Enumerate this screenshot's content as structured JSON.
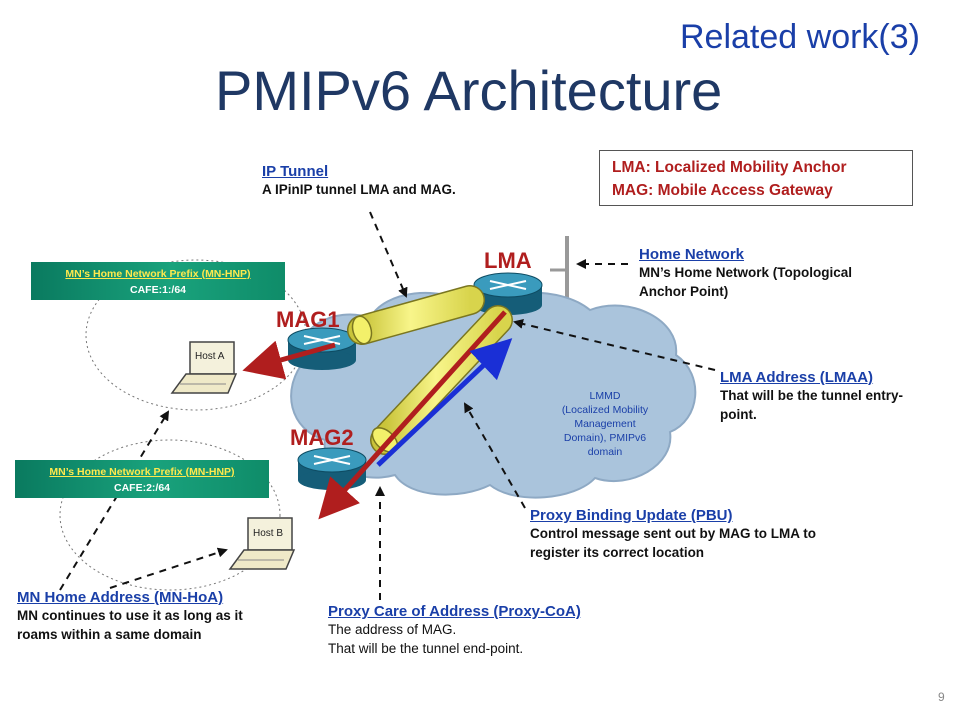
{
  "slide": {
    "subtitle": "Related work(3)",
    "title": "PMIPv6 Architecture",
    "page_number": "9"
  },
  "legend": {
    "line1": "LMA: Localized Mobility Anchor",
    "line2": "MAG: Mobile Access Gateway"
  },
  "nodes": {
    "lma": "LMA",
    "mag1": "MAG1",
    "mag2": "MAG2",
    "host_a": "Host A",
    "host_b": "Host B"
  },
  "cloud": {
    "line1": "LMMD",
    "line2": "(Localized Mobility",
    "line3": "Management",
    "line4": "Domain), PMIPv6",
    "line5": "domain"
  },
  "prefix_boxes": [
    {
      "heading": "MN’s Home Network Prefix (MN-HNP)",
      "value": "CAFE:1:/64"
    },
    {
      "heading": "MN’s Home Network Prefix (MN-HNP)",
      "value": "CAFE:2:/64"
    }
  ],
  "annotations": {
    "ip_tunnel": {
      "heading": "IP Tunnel",
      "line1": "A IPinIP tunnel LMA and MAG."
    },
    "home_network": {
      "heading": "Home Network",
      "line1": "MN’s Home Network (Topological",
      "line2": "Anchor Point)"
    },
    "lmaa": {
      "heading": "LMA Address (LMAA)",
      "line1": "That will be the tunnel entry-",
      "line2": "point."
    },
    "pbu": {
      "heading": "Proxy Binding Update (PBU)",
      "line1": "Control message sent out by MAG to LMA to",
      "line2": "register its correct location"
    },
    "proxy_coa": {
      "heading": "Proxy Care of Address (Proxy-CoA)",
      "line1": "The address of MAG.",
      "line2": "That will be the tunnel end-point."
    },
    "mn_hoa": {
      "heading": "MN Home Address (MN-HoA)",
      "line1": "MN continues to use it as long as it",
      "line2": "roams within a same domain"
    }
  },
  "colors": {
    "accent_blue": "#1a3fa8",
    "accent_red": "#b01e1e",
    "router_teal": "#1b7896",
    "cloud_blue": "#aac4dc",
    "tunnel_yellow": "#f3f06a"
  }
}
